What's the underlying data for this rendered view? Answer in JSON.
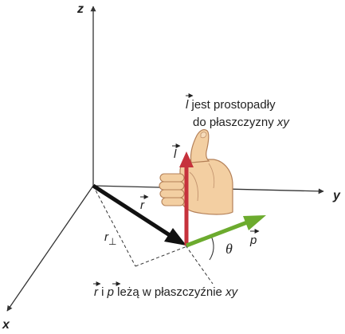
{
  "axes": {
    "x_label": "x",
    "y_label": "y",
    "z_label": "z"
  },
  "vectors": {
    "l_label": "l",
    "r_label": "r",
    "p_label": "p",
    "r_perp_label": "r",
    "r_perp_subscript": "⊥",
    "theta_label": "θ"
  },
  "annotation_top": {
    "symbol": "l",
    "line1_rest": " jest prostopadły",
    "line2_prefix": "do płaszczyzny ",
    "line2_italic": "xy"
  },
  "annotation_bottom": {
    "r_symbol": "r",
    "connector": " i ",
    "p_symbol": "p",
    "text": " leżą w płaszczyźnie ",
    "italic": "xy"
  },
  "colors": {
    "axis": "#333333",
    "r_vector": "#111111",
    "l_vector": "#c6323c",
    "p_vector": "#6cab2e",
    "dashed": "#333333",
    "hand_fill": "#f3cfa2",
    "hand_stroke": "#b48058"
  },
  "icons": {
    "hand": "thumbs-up-hand-icon"
  }
}
